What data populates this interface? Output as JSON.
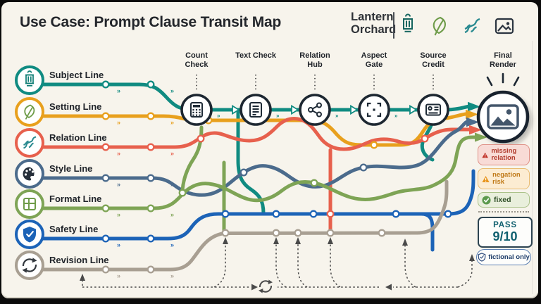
{
  "title": "Use Case: Prompt Clause Transit Map",
  "brand": {
    "line1": "Lantern",
    "line2": "Orchard",
    "icons": [
      "lantern-icon",
      "leaf-icon",
      "river-icon",
      "image-icon"
    ]
  },
  "map": {
    "chevron": "»"
  },
  "lines": [
    {
      "id": "subject",
      "label": "Subject Line",
      "color": "#108b81",
      "icon": "lantern-icon"
    },
    {
      "id": "setting",
      "label": "Setting Line",
      "color": "#e8a01d",
      "icon": "leaf-icon"
    },
    {
      "id": "relation",
      "label": "Relation Line",
      "color": "#e7604d",
      "icon": "river-icon"
    },
    {
      "id": "style",
      "label": "Style Line",
      "color": "#4b6b8c",
      "icon": "palette-icon"
    },
    {
      "id": "format",
      "label": "Format Line",
      "color": "#7ea455",
      "icon": "grid-icon"
    },
    {
      "id": "safety",
      "label": "Safety Line",
      "color": "#1c63b7",
      "icon": "shield-icon"
    },
    {
      "id": "revision",
      "label": "Revision Line",
      "color": "#a89f92",
      "icon": "refresh-icon"
    }
  ],
  "stations": [
    {
      "label": "Count Check",
      "icon": "calculator-icon"
    },
    {
      "label": "Text Check",
      "icon": "document-icon"
    },
    {
      "label": "Relation Hub",
      "icon": "share-icon"
    },
    {
      "label": "Aspect Gate",
      "icon": "crop-frame-icon"
    },
    {
      "label": "Source Credit",
      "icon": "id-card-icon"
    }
  ],
  "final_station": {
    "label": "Final Render",
    "icon": "image-icon"
  },
  "badges": {
    "missing": {
      "label": "missing relation",
      "icon": "warning-triangle-icon",
      "bg": "#f8dbd6",
      "border": "#df9187",
      "text_color": "#b23b2d",
      "icon_color": "#c03026"
    },
    "negation": {
      "label": "negation risk",
      "icon": "warning-triangle-icon",
      "bg": "#fcecd2",
      "border": "#e9bc72",
      "text_color": "#c07a18",
      "icon_color": "#e8961f"
    },
    "fixed": {
      "label": "fixed",
      "icon": "check-circle-icon",
      "bg": "#e9efdc",
      "border": "#abc28a",
      "text_color": "#2f4f27",
      "icon_color": "#5c9a4d"
    }
  },
  "score": {
    "label": "PASS",
    "value": "9/10",
    "color": "#10606f"
  },
  "footnote": {
    "label": "fictional only",
    "icon": "shield-check-icon",
    "color": "#1d3c69"
  },
  "colors": {
    "background": "#f7f4ec",
    "station_ring": "#1d2731",
    "dashed_feedback": "#4a4a4a",
    "title_text": "#23262b"
  }
}
